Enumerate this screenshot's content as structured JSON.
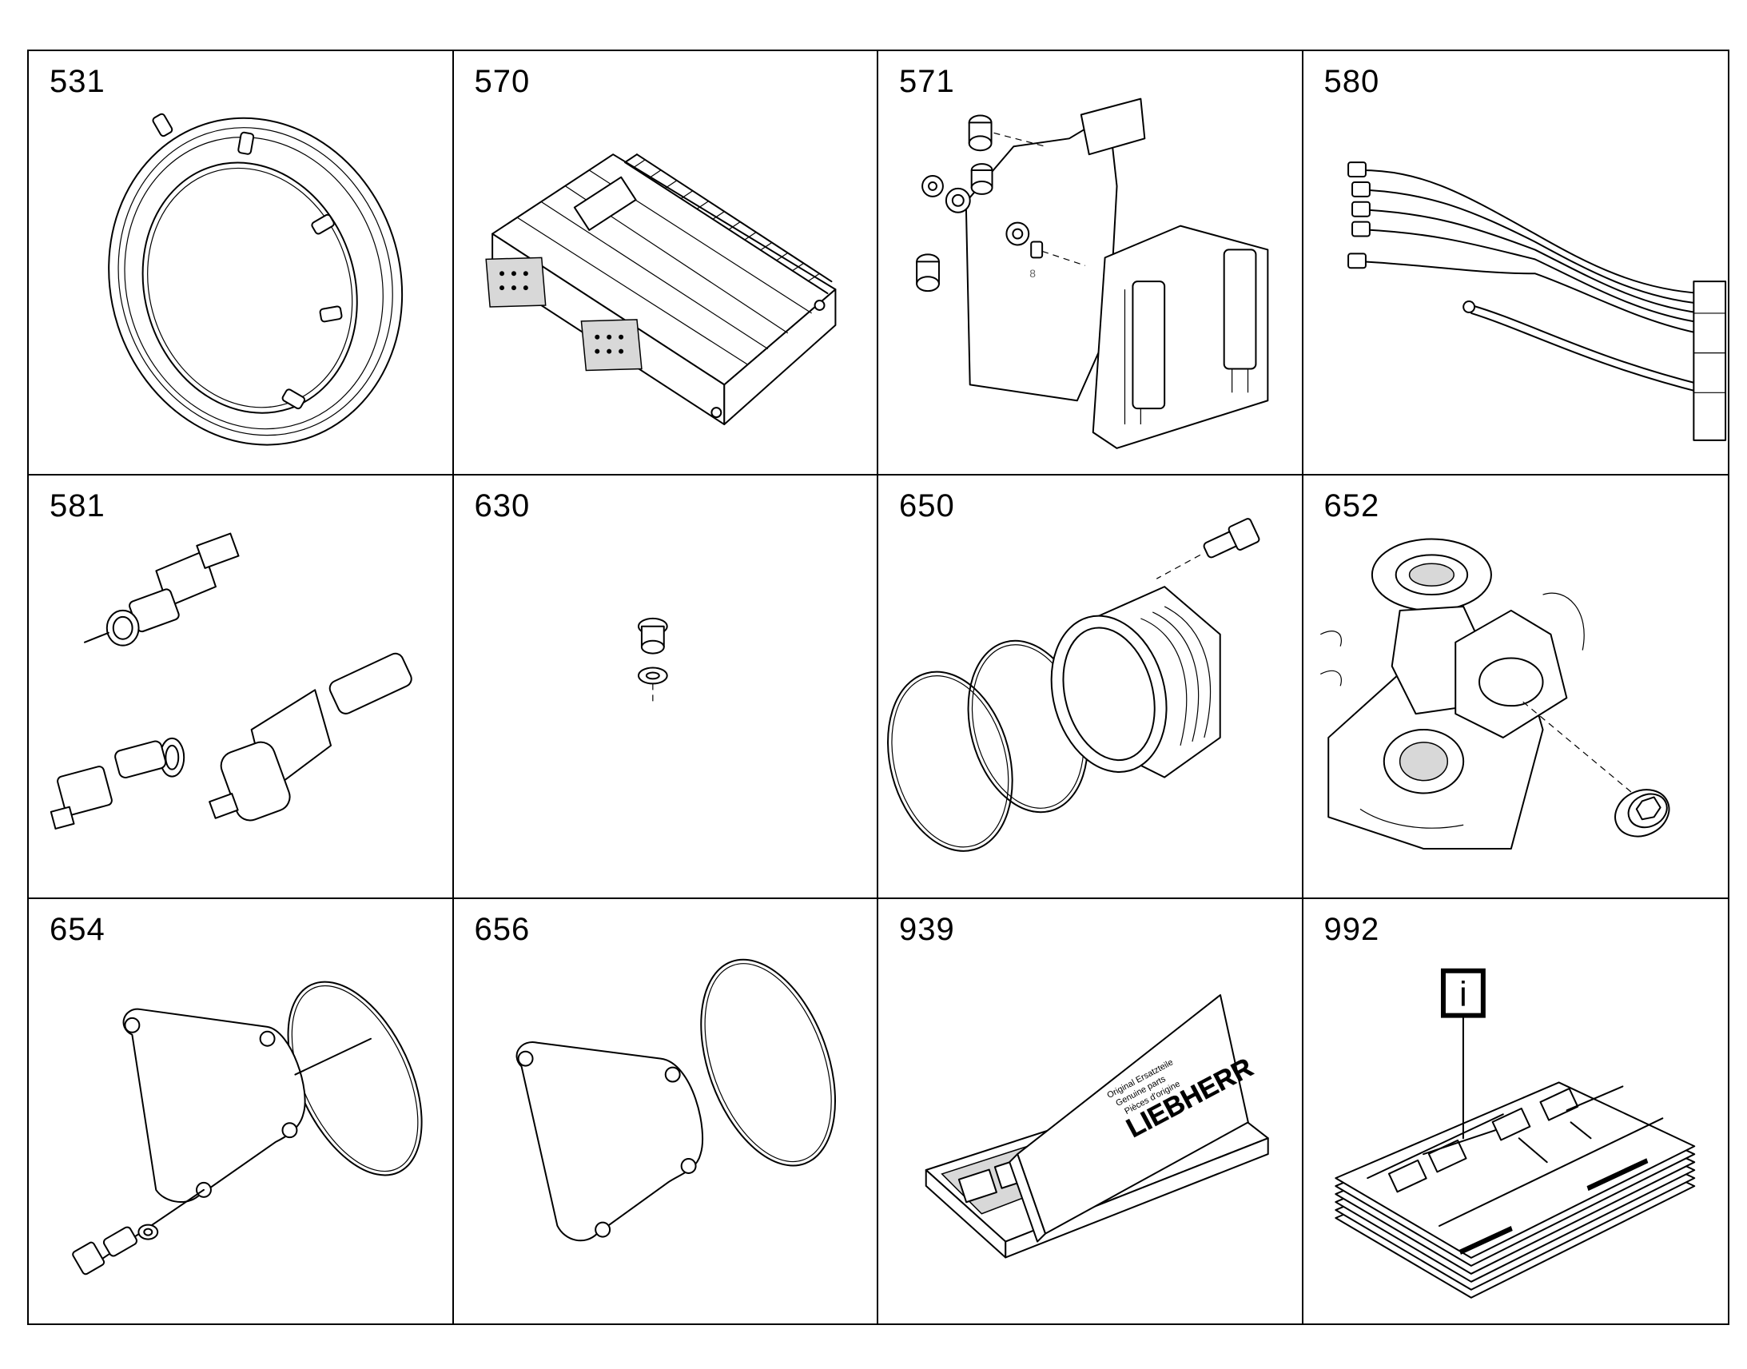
{
  "panels": [
    {
      "number": "531",
      "icon": "bearing-ring-icon"
    },
    {
      "number": "570",
      "icon": "control-unit-icon"
    },
    {
      "number": "571",
      "icon": "mounting-bracket-icon",
      "callout": "8"
    },
    {
      "number": "580",
      "icon": "wiring-harness-icon"
    },
    {
      "number": "581",
      "icon": "sensor-set-icon"
    },
    {
      "number": "630",
      "icon": "screw-plug-icon"
    },
    {
      "number": "650",
      "icon": "flange-seal-icon"
    },
    {
      "number": "652",
      "icon": "housing-plug-icon"
    },
    {
      "number": "654",
      "icon": "cover-gasket-icon"
    },
    {
      "number": "656",
      "icon": "cover-plate-icon"
    },
    {
      "number": "939",
      "icon": "parts-box-icon",
      "brand": "LIEBHERR",
      "box_text": [
        "Original Ersatzteile",
        "Genuine parts",
        "Pièces d'origine"
      ]
    },
    {
      "number": "992",
      "icon": "manual-icon",
      "badge": "i"
    }
  ]
}
